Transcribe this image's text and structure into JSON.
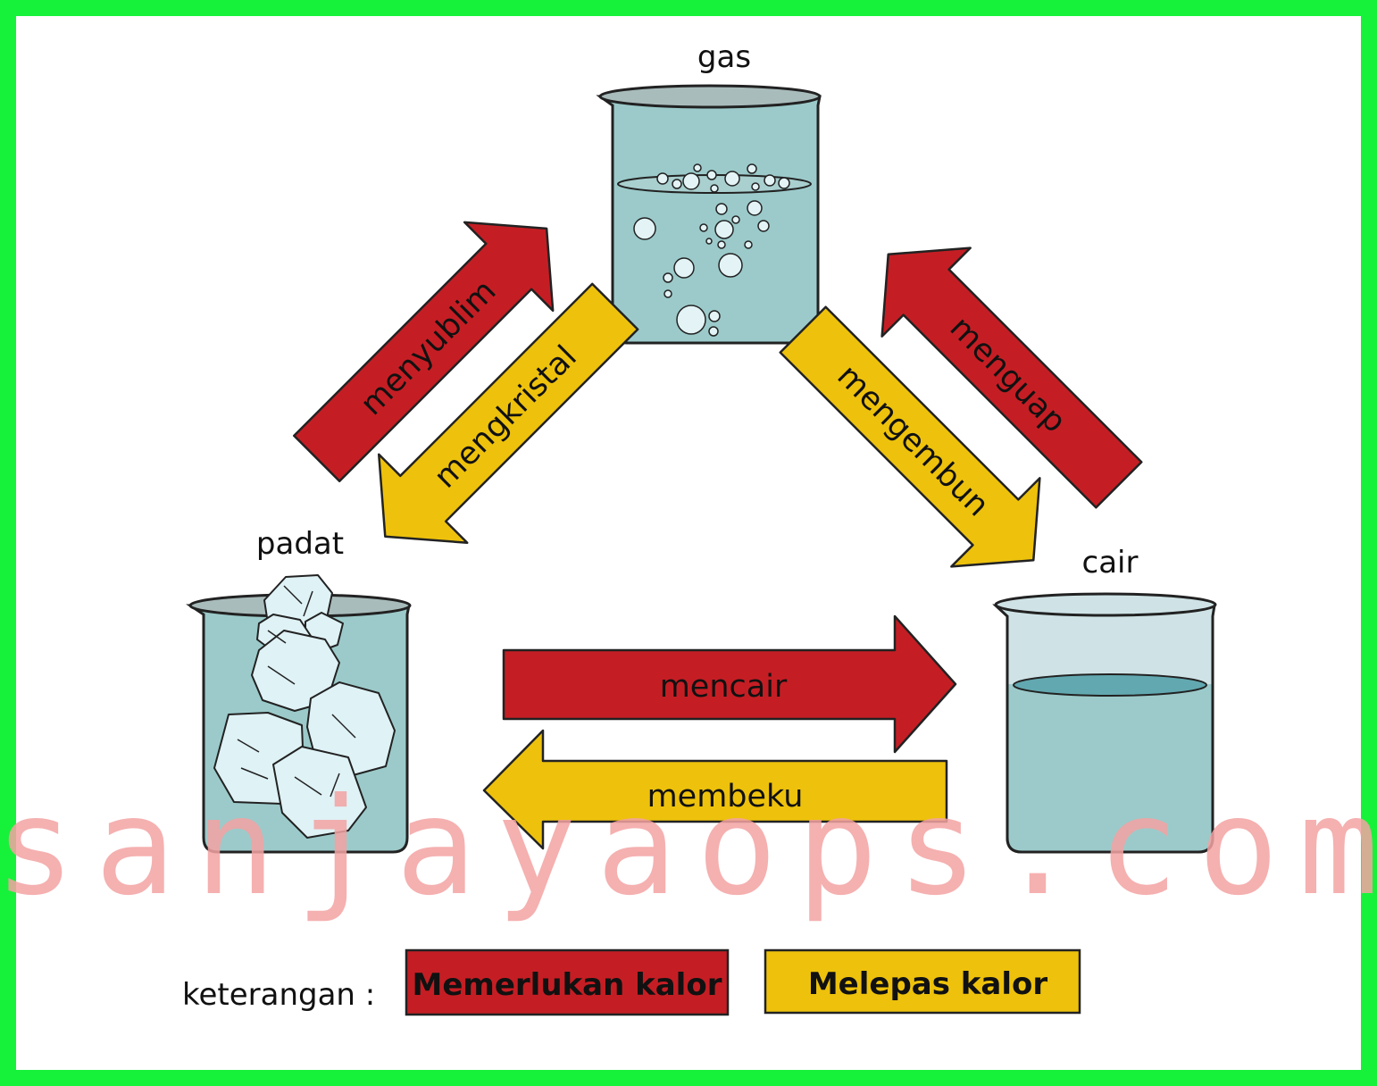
{
  "states": {
    "gas": "gas",
    "padat": "padat",
    "cair": "cair"
  },
  "processes": {
    "menyublim": "menyublim",
    "mengkristal": "mengkristal",
    "menguap": "menguap",
    "mengembun": "mengembun",
    "mencair": "mencair",
    "membeku": "membeku"
  },
  "legend": {
    "label": "keterangan :",
    "requires_heat": "Memerlukan kalor",
    "releases_heat": "Melepas kalor"
  },
  "watermark": "sanjayaops.com",
  "colors": {
    "border": "#16f23a",
    "requires_heat": "#c41e24",
    "releases_heat": "#eec20c",
    "beaker_water": "#9ccaca",
    "ice": "#dff2f6"
  }
}
